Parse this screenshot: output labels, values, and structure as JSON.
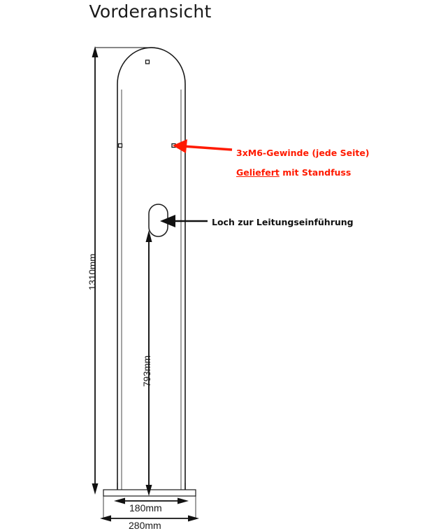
{
  "title": "Vorderansicht",
  "annotations": {
    "thread_note": "3xM6-Gewinde (jede Seite)",
    "stand_note_underlined": "Geliefert",
    "stand_note_rest": " mit Standfuss",
    "cable_hole_note": "Loch zur Leitungseinführung"
  },
  "dimensions": {
    "height_total": "1310mm",
    "hole_height": "793mm",
    "base_inner_width": "180mm",
    "base_outer_width": "280mm"
  },
  "colors": {
    "annotation_red": "#ff1a00",
    "annotation_black": "#111111",
    "outline": "#1a1a1a",
    "background": "#ffffff"
  }
}
